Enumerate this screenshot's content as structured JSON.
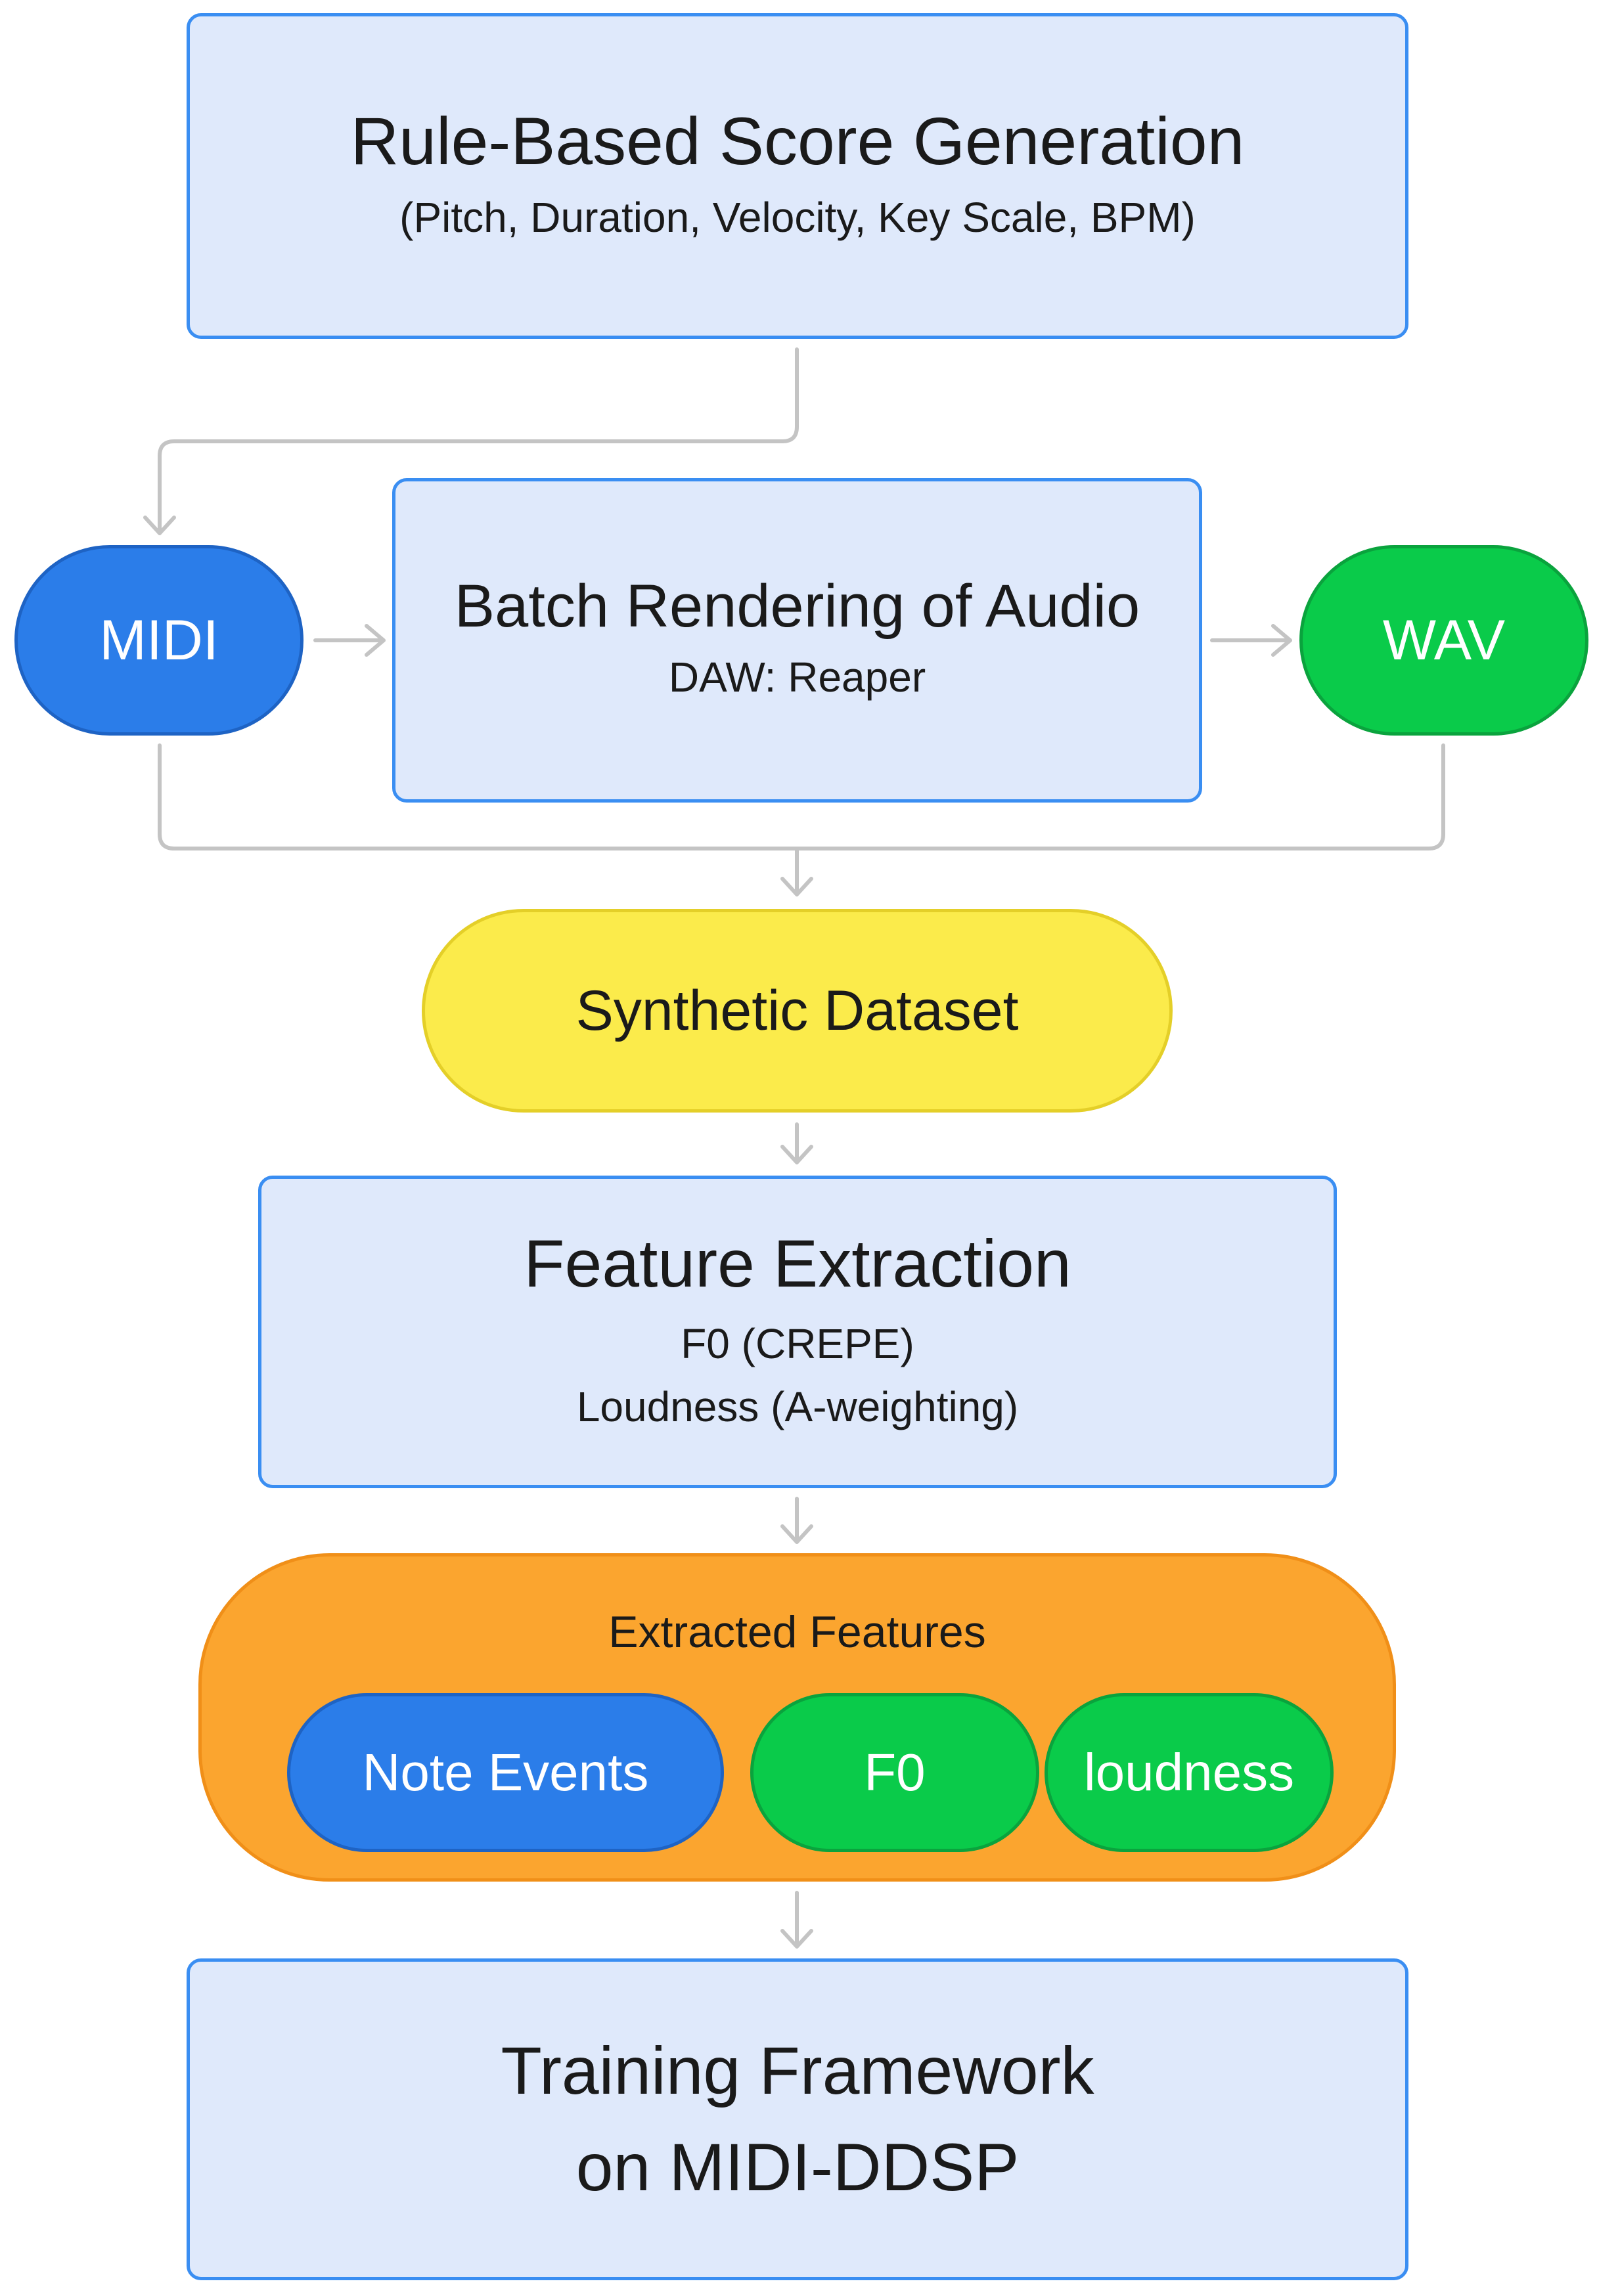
{
  "score_gen": {
    "title": "Rule-Based Score Generation",
    "subtitle": "(Pitch, Duration, Velocity, Key Scale, BPM)"
  },
  "midi": {
    "label": "MIDI",
    "color": "#2b7de9"
  },
  "render": {
    "title": "Batch Rendering of Audio",
    "subtitle": "DAW: Reaper"
  },
  "wav": {
    "label": "WAV",
    "color": "#0acb4a"
  },
  "dataset": {
    "label": "Synthetic Dataset",
    "color": "#fbeb4b"
  },
  "feature_extraction": {
    "title": "Feature Extraction",
    "line1": "F0 (CREPE)",
    "line2": "Loudness (A-weighting)"
  },
  "extracted": {
    "title": "Extracted Features",
    "color": "#fba52f",
    "items": [
      {
        "label": "Note Events",
        "color": "#2b7de9"
      },
      {
        "label": "F0",
        "color": "#0acb4a"
      },
      {
        "label": "loudness",
        "color": "#0acb4a"
      }
    ]
  },
  "training": {
    "line1": "Training Framework",
    "line2": "on MIDI-DDSP"
  }
}
